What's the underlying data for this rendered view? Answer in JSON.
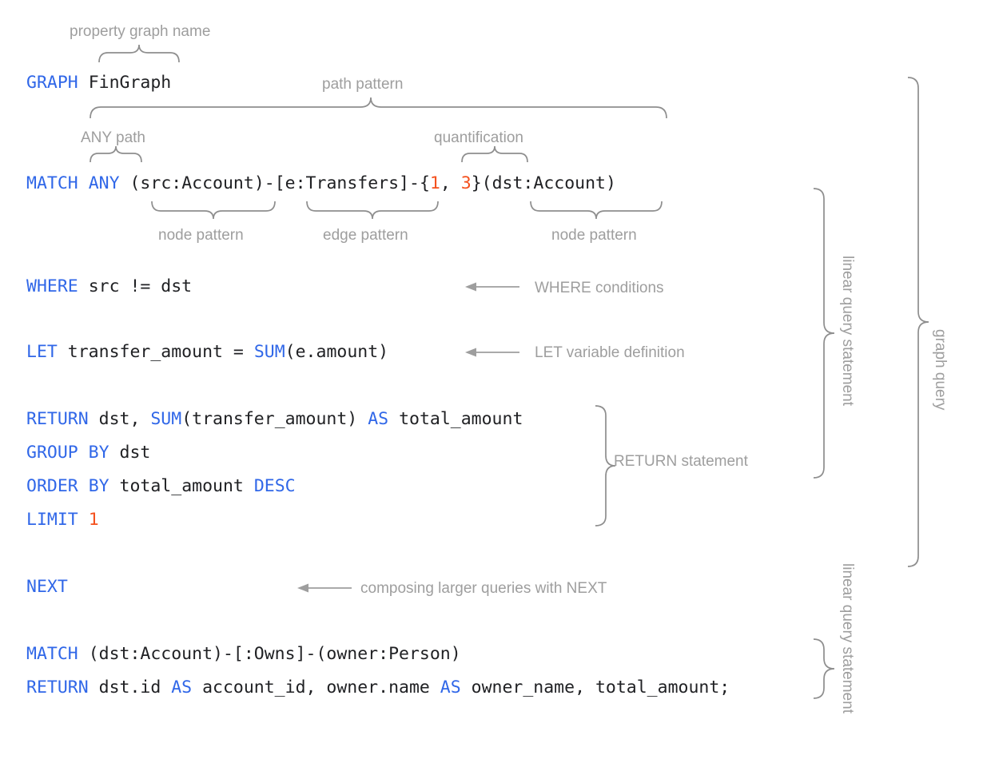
{
  "doc": {
    "title": "GQL graph query annotated diagram",
    "background": "#ffffff",
    "colors": {
      "keyword": "#3067e8",
      "literal": "#f4511e",
      "plain": "#202124",
      "annotation": "#9e9e9e",
      "brace": "#8e8e8e"
    }
  },
  "code": {
    "line_graph": {
      "keyword": "GRAPH",
      "name": "FinGraph"
    },
    "line_match": {
      "keyword": "MATCH",
      "path_mode": "ANY",
      "src_node": "(src:Account)",
      "dash1": "-",
      "edge": "[e:Transfers]",
      "dash2": "-",
      "quant_open": "{",
      "quant_min": "1",
      "quant_sep": ", ",
      "quant_max": "3",
      "quant_close": "}",
      "dst_node": "(dst:Account)"
    },
    "line_where": {
      "keyword": "WHERE",
      "expr": "src != dst"
    },
    "line_let": {
      "keyword": "LET",
      "var": "transfer_amount",
      "eq": "=",
      "func": "SUM",
      "args": "(e.amount)"
    },
    "line_return": {
      "keyword": "RETURN",
      "cols_a": "dst, ",
      "func": "SUM",
      "args": "(transfer_amount)",
      "as": "AS",
      "alias": "total_amount"
    },
    "line_group": {
      "keyword": "GROUP BY",
      "expr": "dst"
    },
    "line_order": {
      "keyword": "ORDER",
      "keyword2": "BY",
      "expr": "total_amount",
      "keyword3": "DESC"
    },
    "line_limit": {
      "keyword": "LIMIT",
      "value": "1"
    },
    "line_next": {
      "keyword": "NEXT"
    },
    "line_match2": {
      "keyword": "MATCH",
      "pattern": "(dst:Account)-[:Owns]-(owner:Person)"
    },
    "line_return2": {
      "keyword": "RETURN",
      "expr_a": "dst.id ",
      "as1": "AS",
      "expr_b": " account_id, owner.name ",
      "as2": "AS",
      "expr_c": " owner_name, total_amount;"
    }
  },
  "annotations": {
    "property_graph_name": "property graph name",
    "path_pattern": "path pattern",
    "any_path": "ANY path",
    "quantification": "quantification",
    "node_pattern_left": "node pattern",
    "edge_pattern": "edge pattern",
    "node_pattern_right": "node pattern",
    "where_conditions": "WHERE conditions",
    "let_variable_definition": "LET variable definition",
    "return_statement": "RETURN statement",
    "composing_next": "composing larger queries with NEXT",
    "linear_query_statement_1": "linear query statement",
    "linear_query_statement_2": "linear query statement",
    "graph_query": "graph query"
  }
}
